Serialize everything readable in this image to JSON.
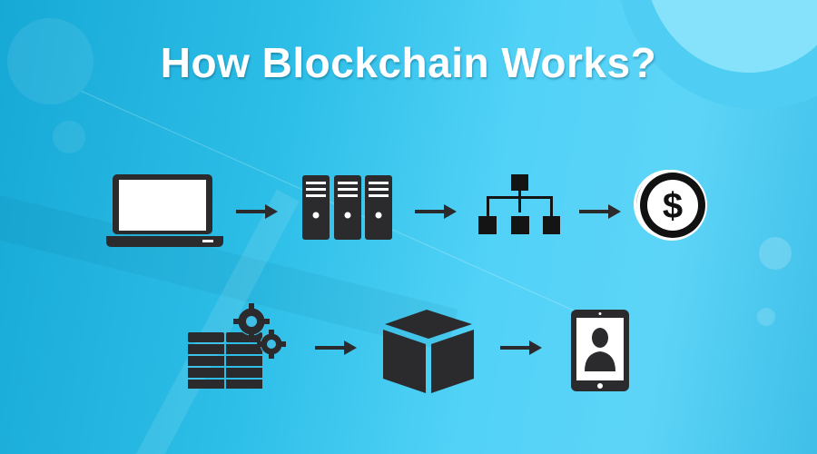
{
  "title": "How Blockchain Works?",
  "colors": {
    "background_start": "#17a9d6",
    "background_end": "#5cd4f7",
    "icon_fill": "#2b2b2e",
    "title_text": "#ffffff"
  },
  "flow": {
    "row1": [
      {
        "step": 1,
        "icon": "laptop-icon"
      },
      {
        "step": 2,
        "icon": "servers-icon"
      },
      {
        "step": 3,
        "icon": "network-hierarchy-icon"
      },
      {
        "step": 4,
        "icon": "dollar-coin-icon"
      }
    ],
    "row2": [
      {
        "step": 5,
        "icon": "database-gears-icon"
      },
      {
        "step": 6,
        "icon": "block-cube-icon"
      },
      {
        "step": 7,
        "icon": "tablet-user-icon"
      }
    ],
    "arrows": 5
  }
}
